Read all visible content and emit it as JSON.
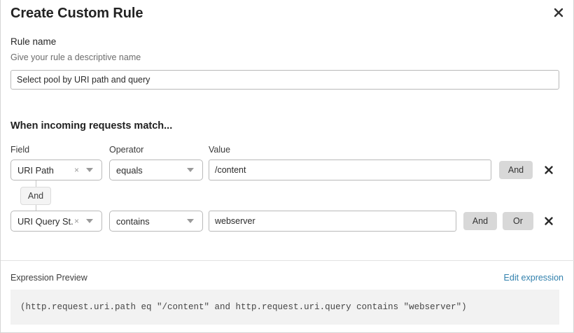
{
  "dialog": {
    "title": "Create Custom Rule",
    "close_label": "close-icon"
  },
  "rule_name": {
    "label": "Rule name",
    "help": "Give your rule a descriptive name",
    "value": "Select pool by URI path and query",
    "placeholder": "Select pool by URI path and query"
  },
  "conditions": {
    "section_heading": "When incoming requests match...",
    "columns": {
      "field": "Field",
      "operator": "Operator",
      "value": "Value"
    },
    "connector": {
      "label": "And"
    },
    "rows": [
      {
        "field": "URI Path",
        "field_clear": "×",
        "operator": "equals",
        "value": "/content",
        "and_label": "And",
        "or_label": "",
        "delete_label": "remove-condition"
      },
      {
        "field": "URI Query St...",
        "field_clear": "×",
        "operator": "contains",
        "value": "webserver",
        "and_label": "And",
        "or_label": "Or",
        "delete_label": "remove-condition"
      }
    ]
  },
  "expression": {
    "label": "Expression Preview",
    "edit_link": "Edit expression",
    "code": "(http.request.uri.path eq \"/content\" and http.request.uri.query contains \"webserver\")"
  },
  "colors": {
    "link": "#3281ad",
    "pill_bg": "#d8d8d8",
    "code_bg": "#f2f2f2",
    "border": "#b9b9b9"
  }
}
